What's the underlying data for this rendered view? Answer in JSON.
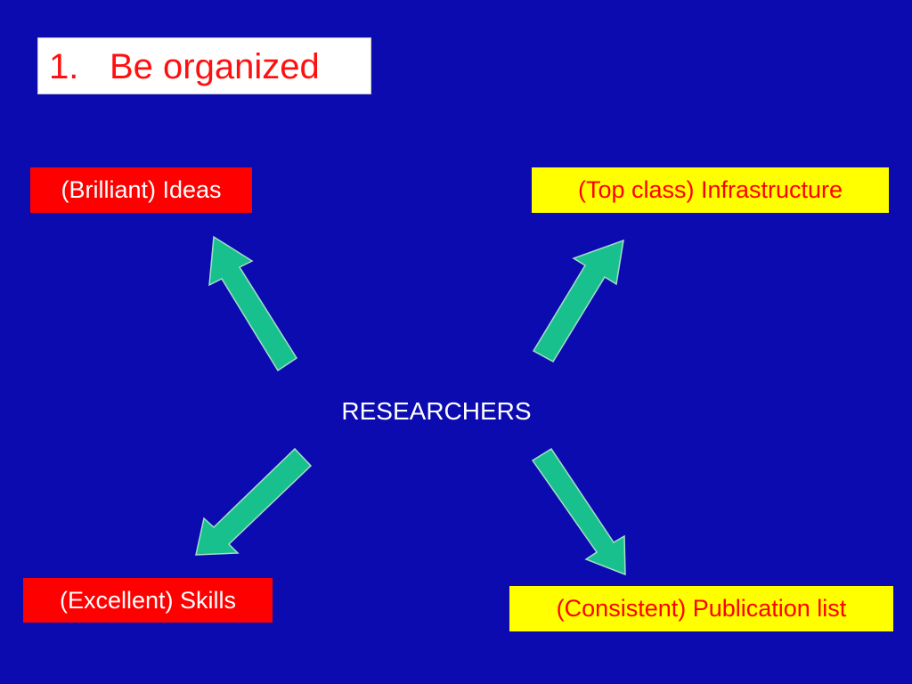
{
  "slide": {
    "title_number": "1.",
    "title_text": "Be organized",
    "center_label": "RESEARCHERS",
    "nodes": {
      "ideas": "(Brilliant) Ideas",
      "infrastructure": "(Top class) Infrastructure",
      "skills": "(Excellent) Skills",
      "publications": "(Consistent) Publication list"
    },
    "icons": {
      "arrows": [
        "arrow-up-left-icon",
        "arrow-up-right-icon",
        "arrow-down-left-icon",
        "arrow-down-right-icon"
      ]
    },
    "colors": {
      "background": "#0b0bb0",
      "title_text": "#ff1010",
      "red_box": "#ff0000",
      "yellow_box": "#ffff00",
      "arrow_fill": "#18c08e"
    }
  }
}
